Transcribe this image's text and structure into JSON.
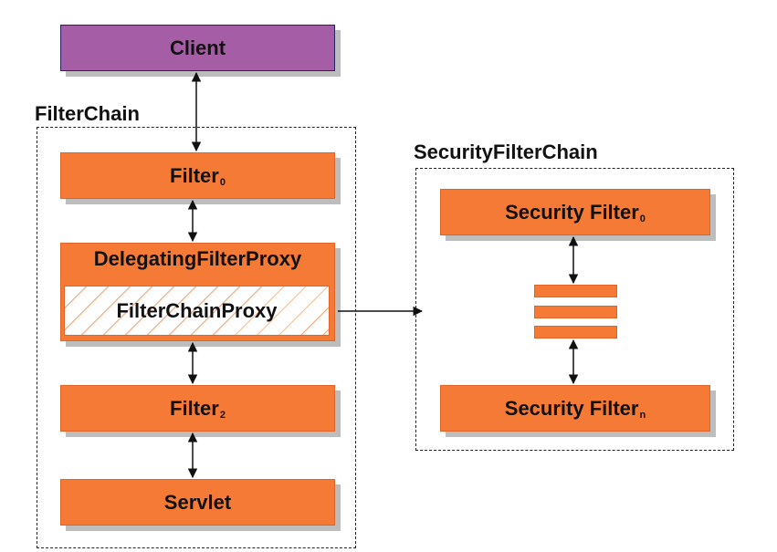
{
  "client": {
    "label": "Client"
  },
  "filter_chain": {
    "title": "FilterChain",
    "filter0": {
      "label": "Filter",
      "subscript": "0"
    },
    "delegating_proxy": {
      "label": "DelegatingFilterProxy"
    },
    "filter_chain_proxy": {
      "label": "FilterChainProxy"
    },
    "filter2": {
      "label": "Filter",
      "subscript": "2"
    },
    "servlet": {
      "label": "Servlet"
    }
  },
  "security_filter_chain": {
    "title": "SecurityFilterChain",
    "security_filter0": {
      "label": "Security Filter",
      "subscript": "0"
    },
    "security_filtern": {
      "label": "Security Filter",
      "subscript": "n"
    }
  },
  "colors": {
    "filter_fill": "#f57a35",
    "client_fill": "#a55ea5",
    "shadow": "#bdbdbd"
  }
}
